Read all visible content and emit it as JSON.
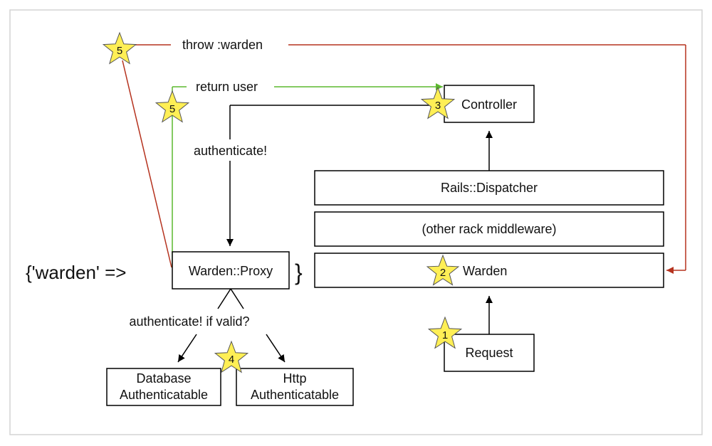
{
  "colors": {
    "throw_line": "#b5321e",
    "return_line": "#5cb82e",
    "black_line": "#000000",
    "star_fill": "#ffef55",
    "star_stroke": "#555555",
    "frame_border": "#d4d4d4"
  },
  "edges": {
    "throw_label": "throw :warden",
    "return_label": "return user",
    "authenticate_label": "authenticate!",
    "authenticate_if_valid_label": "authenticate! if valid?"
  },
  "nodes": {
    "controller": "Controller",
    "dispatcher": "Rails::Dispatcher",
    "other_middleware": "(other rack middleware)",
    "warden": "Warden",
    "request": "Request",
    "proxy": "Warden::Proxy",
    "database_line1": "Database",
    "database_line2": "Authenticatable",
    "http_line1": "Http",
    "http_line2": "Authenticatable"
  },
  "env_hash": {
    "prefix": "{'warden' =>",
    "suffix": "}"
  },
  "steps": {
    "request": "1",
    "warden": "2",
    "controller": "3",
    "strategies": "4",
    "return_user": "5",
    "throw": "5"
  }
}
